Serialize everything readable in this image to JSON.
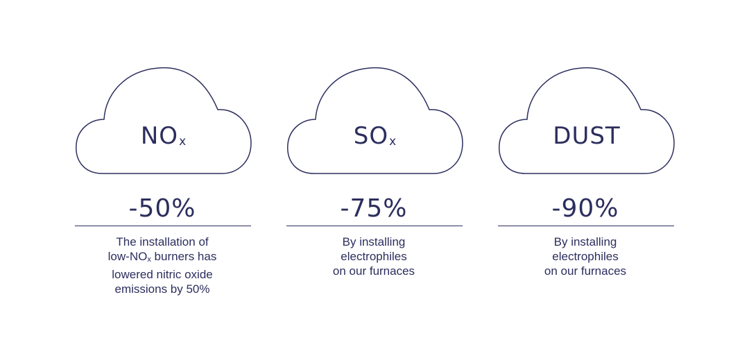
{
  "items": [
    {
      "label": "NO",
      "label_sub": "x",
      "percent": "-50%",
      "desc_lines": [
        {
          "pre": "The installation of",
          "sub": "",
          "post": ""
        },
        {
          "pre": "low-NO",
          "sub": "x",
          "post": " burners has"
        },
        {
          "pre": "lowered nitric oxide",
          "sub": "",
          "post": ""
        },
        {
          "pre": "emissions by 50%",
          "sub": "",
          "post": ""
        }
      ]
    },
    {
      "label": "SO",
      "label_sub": "x",
      "percent": "-75%",
      "desc_lines": [
        {
          "pre": "By installing",
          "sub": "",
          "post": ""
        },
        {
          "pre": "electrophiles",
          "sub": "",
          "post": ""
        },
        {
          "pre": "on our furnaces",
          "sub": "",
          "post": ""
        }
      ]
    },
    {
      "label": "DUST",
      "label_sub": "",
      "percent": "-90%",
      "desc_lines": [
        {
          "pre": "By installing",
          "sub": "",
          "post": ""
        },
        {
          "pre": "electrophiles",
          "sub": "",
          "post": ""
        },
        {
          "pre": "on our furnaces",
          "sub": "",
          "post": ""
        }
      ]
    }
  ],
  "colors": {
    "ink": "#2c2e5e",
    "background": "#ffffff"
  },
  "icons": [
    "cloud-icon",
    "cloud-icon",
    "cloud-icon"
  ]
}
